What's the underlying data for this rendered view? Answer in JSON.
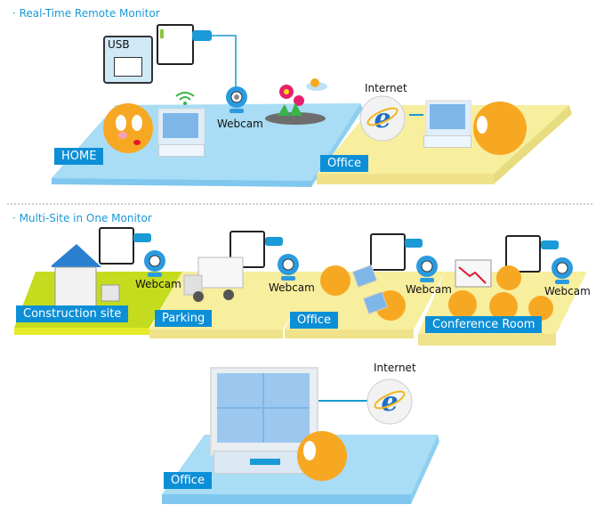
{
  "sections": [
    {
      "title": "· Real-Time Remote Monitor",
      "usb_label": "USB",
      "webcam_label": "Webcam",
      "internet_label": "Internet",
      "locations": [
        "HOME",
        "Office"
      ]
    },
    {
      "title": "· Multi-Site in One Monitor",
      "sites": [
        {
          "label": "Construction site",
          "webcam_label": "Webcam"
        },
        {
          "label": "Parking",
          "webcam_label": "Webcam"
        },
        {
          "label": "Office",
          "webcam_label": "Webcam"
        },
        {
          "label": "Conference Room",
          "webcam_label": "Webcam"
        }
      ],
      "internet_label": "Internet",
      "office_label": "Office"
    }
  ],
  "colors": {
    "accent_blue": "#0c8fd6",
    "platform_blue": "#a9dcf5",
    "platform_yellow": "#f7ee9e",
    "platform_green": "#c5dc1e",
    "mascot_orange": "#f7a823"
  }
}
